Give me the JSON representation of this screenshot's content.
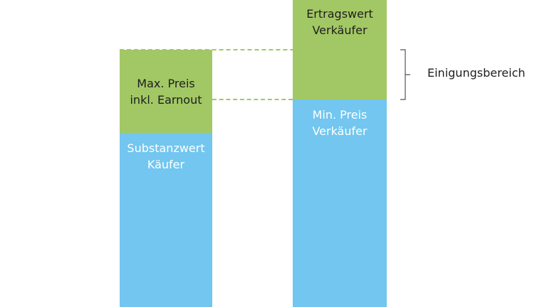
{
  "left_bar": {
    "top_label": [
      "Max. Preis",
      "inkl. Earnout"
    ],
    "bottom_label": [
      "Substanzwert",
      "Käufer"
    ]
  },
  "right_bar": {
    "top_label": [
      "Ertragswert",
      "Verkäufer"
    ],
    "bottom_label": [
      "Min. Preis",
      "Verkäufer"
    ]
  },
  "range_label": "Einigungsbereich",
  "colors": {
    "green": "#a2c865",
    "blue": "#72c6ef"
  }
}
